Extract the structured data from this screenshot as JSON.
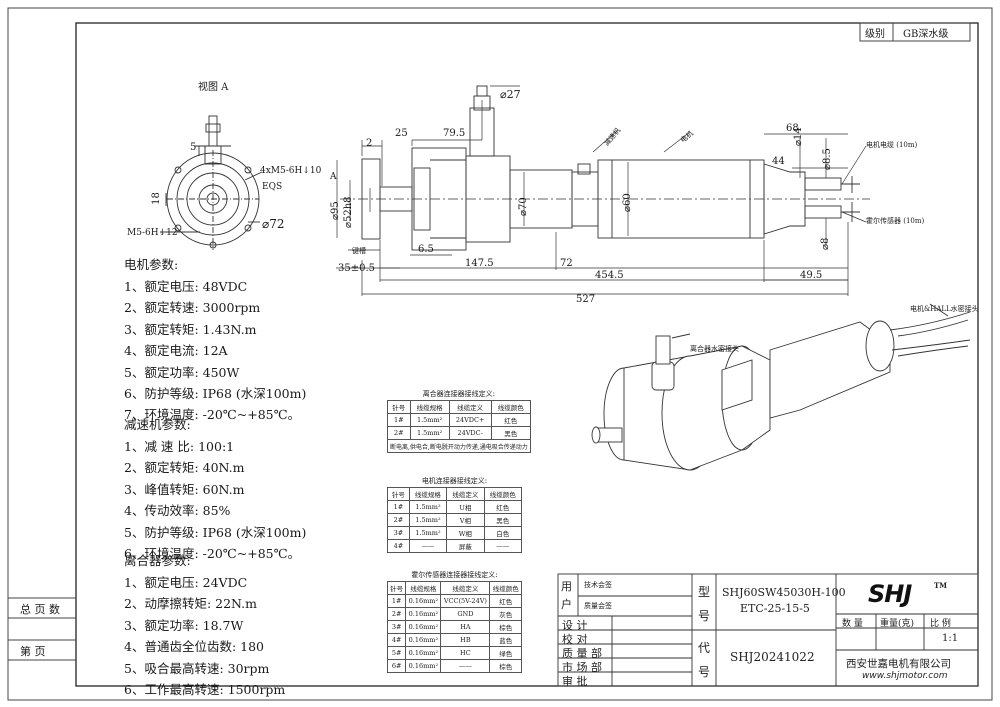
{
  "grade_box": {
    "label": "级别",
    "value": "GB深水级"
  },
  "view_label": "视图 A",
  "dims": {
    "d27": "⌀27",
    "d795": "79.5",
    "d25": "25",
    "d2": "2",
    "d68": "68",
    "d44": "44",
    "d14": "⌀14",
    "d85": "⌀8.5",
    "d95": "⌀95",
    "d52h8": "⌀52h8",
    "d70": "⌀70",
    "d60": "⌀60",
    "d8": "⌀8",
    "d65": "6.5",
    "d350": "35±0.5",
    "d1475": "147.5",
    "d72": "72",
    "d4545": "454.5",
    "d495": "49.5",
    "d527": "527",
    "d5": "5",
    "d18": "18",
    "d72c": "⌀72",
    "hole1": "4xM5-6H↓10",
    "eqs": "EQS",
    "hole2": "M5-6H↓12",
    "jianjiao": "键槽",
    "a_mark": "A"
  },
  "callouts": {
    "reducer": "减速机",
    "motor": "电机",
    "motor_cable": "电机电缆 (10m)",
    "hall_sensor": "霍尔传感器 (10m)",
    "iso_clutch": "离合器水密接头",
    "iso_cables": "电机&HALL水密接头"
  },
  "motor_params": {
    "title": "电机参数:",
    "items": [
      "1、额定电压: 48VDC",
      "2、额定转速: 3000rpm",
      "3、额定转矩: 1.43N.m",
      "4、额定电流: 12A",
      "5、额定功率: 450W",
      "6、防护等级: IP68 (水深100m)",
      "7、环境温度: -20℃~+85℃。"
    ]
  },
  "reducer_params": {
    "title": "减速机参数:",
    "items": [
      "1、减 速 比: 100:1",
      "2、额定转矩: 40N.m",
      "3、峰值转矩: 60N.m",
      "4、传动效率: 85%",
      "5、防护等级: IP68 (水深100m)",
      "6、环境温度: -20℃~+85℃。"
    ]
  },
  "clutch_params": {
    "title": "离合器参数:",
    "items": [
      "1、额定电压: 24VDC",
      "2、动摩擦转矩: 22N.m",
      "3、额定功率: 18.7W",
      "4、普通齿全位齿数: 180",
      "5、吸合最高转速: 30rpm",
      "6、工作最高转速: 1500rpm"
    ]
  },
  "side_labels": {
    "total_pages": "总 页 数",
    "page": "第 页"
  },
  "table_clutch": {
    "caption": "离合器连接器接线定义:",
    "headers": [
      "针号",
      "线缆规格",
      "线缆定义",
      "线缆颜色"
    ],
    "rows": [
      [
        "1#",
        "1.5mm²",
        "24VDC+",
        "红色"
      ],
      [
        "2#",
        "1.5mm²",
        "24VDC-",
        "黑色"
      ]
    ],
    "note": "断电离,供电合,断电脱开动力传递,通电吸合传递动力"
  },
  "table_motor": {
    "caption": "电机连接器接线定义:",
    "headers": [
      "针号",
      "线缆规格",
      "线缆定义",
      "线缆颜色"
    ],
    "rows": [
      [
        "1#",
        "1.5mm²",
        "U相",
        "红色"
      ],
      [
        "2#",
        "1.5mm²",
        "V相",
        "黑色"
      ],
      [
        "3#",
        "1.5mm²",
        "W相",
        "白色"
      ],
      [
        "4#",
        "——",
        "屏蔽",
        "——"
      ]
    ]
  },
  "table_hall": {
    "caption": "霍尔传感器连接器接线定义:",
    "headers": [
      "针号",
      "线缆规格",
      "线缆定义",
      "线缆颜色"
    ],
    "rows": [
      [
        "1#",
        "0.16mm²",
        "VCC(5V-24V)",
        "红色"
      ],
      [
        "2#",
        "0.16mm²",
        "GND",
        "灰色"
      ],
      [
        "3#",
        "0.16mm²",
        "HA",
        "棕色"
      ],
      [
        "4#",
        "0.16mm²",
        "HB",
        "蓝色"
      ],
      [
        "5#",
        "0.16mm²",
        "HC",
        "绿色"
      ],
      [
        "6#",
        "0.16mm²",
        "——",
        "棕色"
      ]
    ]
  },
  "title_block": {
    "user_label": "用户",
    "tech_confirm": "技术会签",
    "quality_confirm": "质量会签",
    "roles": [
      "设 计",
      "校 对",
      "质 量 部",
      "市 场 部",
      "审 批"
    ],
    "model_label": "型号",
    "model_value_1": "SHJ60SW45030H-100",
    "model_value_2": "ETC-25-15-5",
    "code_label": "代号",
    "code_value": "SHJ20241022",
    "logo": "SHJ",
    "tm": "TM",
    "qty": "数 量",
    "weight": "重量(克)",
    "ratio": "比 例",
    "ratio_value": "1:1",
    "company": "西安世嘉电机有限公司",
    "website": "www.shjmotor.com"
  }
}
